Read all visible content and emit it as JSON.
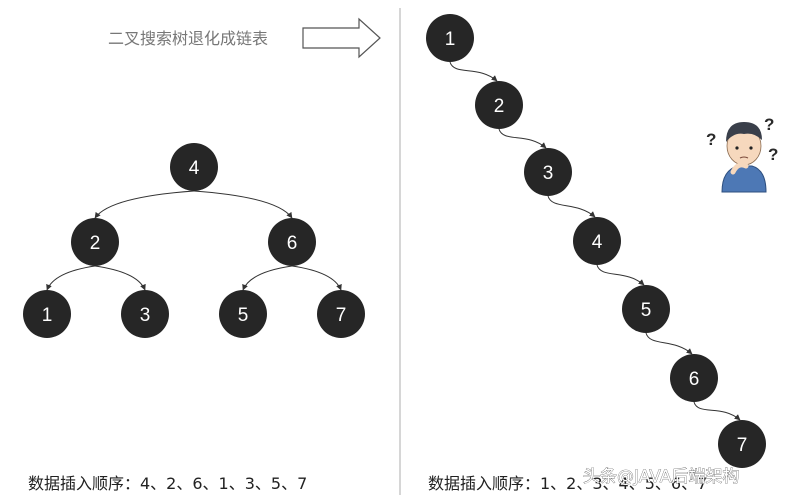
{
  "title": "二叉搜索树退化成链表",
  "balanced_tree": {
    "nodes": [
      "4",
      "2",
      "6",
      "1",
      "3",
      "5",
      "7"
    ],
    "caption": "数据插入顺序：4、2、6、1、3、5、7"
  },
  "degenerate_tree": {
    "nodes": [
      "1",
      "2",
      "3",
      "4",
      "5",
      "6",
      "7"
    ],
    "caption": "数据插入顺序：1、2、3、4、5、6、7"
  },
  "watermark": "头条@JAVA后端架构",
  "colors": {
    "node_fill": "#262626",
    "node_text": "#ffffff",
    "edge": "#333333",
    "divider": "#bbbbbb",
    "title": "#777777",
    "caption": "#222222"
  }
}
